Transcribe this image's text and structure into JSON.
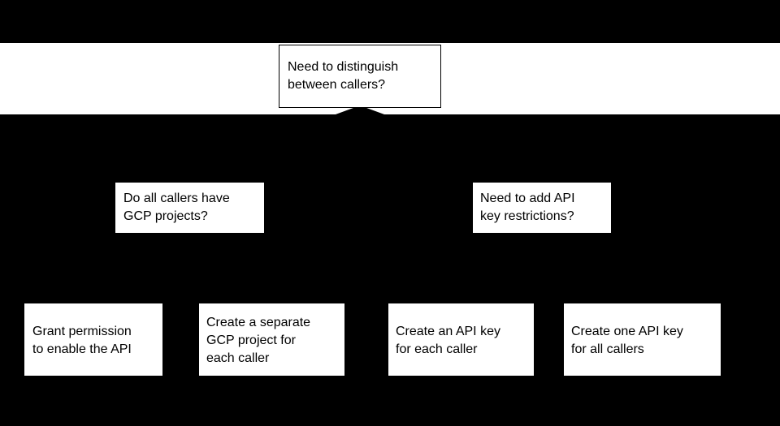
{
  "diagram": {
    "type": "flowchart",
    "orientation": "top-down",
    "background_color": "#000000",
    "node_fill_color": "#ffffff",
    "node_text_color": "#000000",
    "nodes": [
      {
        "id": "root",
        "role": "decision",
        "level": 0,
        "text": "Need to distinguish\nbetween callers?",
        "bordered": true
      },
      {
        "id": "gcp-projects",
        "role": "decision",
        "level": 1,
        "text": "Do all callers have\nGCP projects?",
        "bordered": false
      },
      {
        "id": "key-restrictions",
        "role": "decision",
        "level": 1,
        "text": "Need to add API\nkey restrictions?",
        "bordered": false
      },
      {
        "id": "grant-permission",
        "role": "outcome",
        "level": 2,
        "text": "Grant permission\nto enable the API",
        "bordered": false
      },
      {
        "id": "separate-project",
        "role": "outcome",
        "level": 2,
        "text": "Create a separate\nGCP project for\neach caller",
        "bordered": false
      },
      {
        "id": "key-per-caller",
        "role": "outcome",
        "level": 2,
        "text": "Create an API key\nfor each caller",
        "bordered": false
      },
      {
        "id": "key-all-callers",
        "role": "outcome",
        "level": 2,
        "text": "Create one API key\nfor all callers",
        "bordered": false
      }
    ]
  }
}
